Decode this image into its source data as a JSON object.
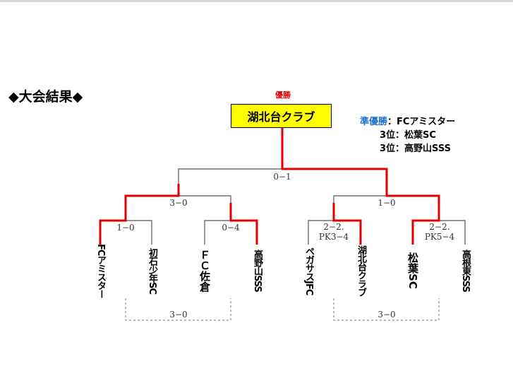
{
  "heading": "◆大会結果◆",
  "champion": {
    "label": "優勝",
    "team": "湖北台クラブ"
  },
  "results": {
    "runner_up_tag": "準優勝",
    "runner_up_value": "：FCアミスター",
    "third_a": "3位：松葉SC",
    "third_b": "3位：高野山SSS"
  },
  "teams": [
    "FCアミスター",
    "初石少年SC",
    "ＦＣ佐倉",
    "高野山SSS",
    "ペガサスJFC",
    "湖北台クラブ",
    "松葉SC",
    "高根東SSS"
  ],
  "scores": {
    "final": "0−1",
    "semi_left": "3−0",
    "semi_right": "1−0",
    "qf1": "1−0",
    "qf2": "0−4",
    "qf3_line1": "2−2.",
    "qf3_line2": "PK3−4",
    "qf4_line1": "2−2.",
    "qf4_line2": "PK5−4",
    "third_left": "3−0",
    "third_right": "3−0"
  },
  "colors": {
    "winner_line": "#e00000",
    "loser_line": "#555555",
    "champion_box": "#ffff00",
    "runner_up_tag": "#1e6fd0"
  }
}
